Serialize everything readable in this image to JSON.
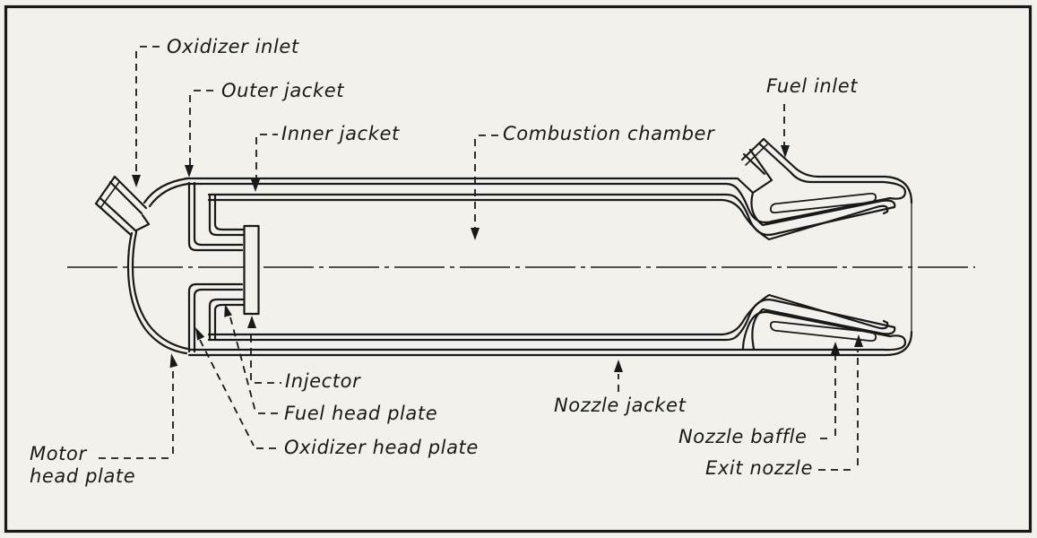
{
  "figure": {
    "type": "technical-cross-section-diagram",
    "subject": "Liquid-propellant rocket motor, regeneratively cooled, longitudinal section"
  },
  "colors": {
    "paper": "#f2f1ec",
    "ink": "#191919"
  },
  "labels": {
    "oxidizer_inlet": "Oxidizer inlet",
    "outer_jacket": "Outer jacket",
    "inner_jacket": "Inner jacket",
    "combustion_chamber": "Combustion chamber",
    "fuel_inlet": "Fuel inlet",
    "injector": "Injector",
    "fuel_head_plate": "Fuel head plate",
    "oxidizer_head_plate": "Oxidizer head plate",
    "motor_head_plate_line1": "Motor",
    "motor_head_plate_line2": "head plate",
    "nozzle_jacket": "Nozzle jacket",
    "nozzle_baffle": "Nozzle baffle",
    "exit_nozzle": "Exit nozzle"
  }
}
